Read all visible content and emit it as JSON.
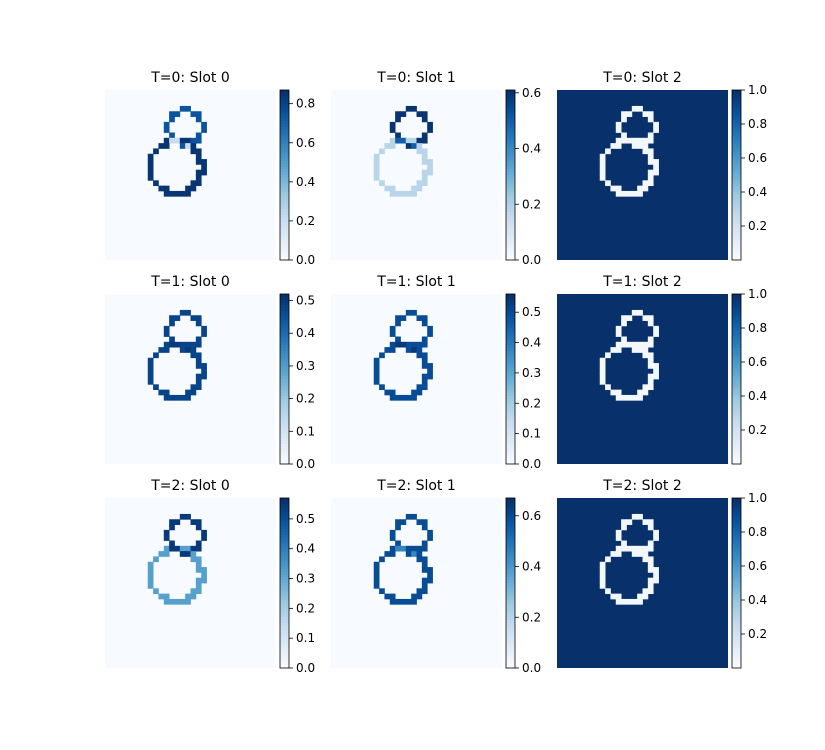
{
  "figure": {
    "background": "#ffffff"
  },
  "colormap": {
    "name": "Blues",
    "stops": [
      "#f7fbff",
      "#deebf7",
      "#c6dbef",
      "#9ecae1",
      "#6baed6",
      "#4292c6",
      "#2171b5",
      "#08519c",
      "#08306b"
    ]
  },
  "chart_data": [
    {
      "type": "heatmap",
      "title": "T=0: Slot 0",
      "row": 0,
      "col": 0,
      "grid": false,
      "shape": "outline",
      "mode": "attention",
      "colorbar": {
        "vmin": 0,
        "vmax": 0.87,
        "ticks": [
          "0.0",
          "0.2",
          "0.4",
          "0.6",
          "0.8"
        ],
        "tick_values": [
          0,
          0.2,
          0.4,
          0.6,
          0.8
        ]
      },
      "upper_ring_value": 0.75,
      "lower_ring_value": 0.85,
      "overlap_value": 0.2
    },
    {
      "type": "heatmap",
      "title": "T=0: Slot 1",
      "row": 0,
      "col": 1,
      "grid": false,
      "shape": "outline",
      "mode": "attention",
      "colorbar": {
        "vmin": 0,
        "vmax": 0.61,
        "ticks": [
          "0.0",
          "0.2",
          "0.4",
          "0.6"
        ],
        "tick_values": [
          0,
          0.2,
          0.4,
          0.6
        ]
      },
      "upper_ring_value": 0.6,
      "lower_ring_value": 0.18,
      "overlap_value": 0.5
    },
    {
      "type": "heatmap",
      "title": "T=0: Slot 2",
      "row": 0,
      "col": 2,
      "grid": false,
      "shape": "outline",
      "mode": "background",
      "colorbar": {
        "vmin": 0,
        "vmax": 1.0,
        "ticks": [
          "0.2",
          "0.4",
          "0.6",
          "0.8",
          "1.0"
        ],
        "tick_values": [
          0.2,
          0.4,
          0.6,
          0.8,
          1.0
        ]
      },
      "background_value": 1.0,
      "outline_value": 0.03
    },
    {
      "type": "heatmap",
      "title": "T=1: Slot 0",
      "row": 1,
      "col": 0,
      "grid": false,
      "shape": "outline",
      "mode": "attention",
      "colorbar": {
        "vmin": 0,
        "vmax": 0.52,
        "ticks": [
          "0.0",
          "0.1",
          "0.2",
          "0.3",
          "0.4",
          "0.5"
        ],
        "tick_values": [
          0,
          0.1,
          0.2,
          0.3,
          0.4,
          0.5
        ]
      },
      "upper_ring_value": 0.48,
      "lower_ring_value": 0.48,
      "overlap_value": 0.5
    },
    {
      "type": "heatmap",
      "title": "T=1: Slot 1",
      "row": 1,
      "col": 1,
      "grid": false,
      "shape": "outline",
      "mode": "attention",
      "colorbar": {
        "vmin": 0,
        "vmax": 0.56,
        "ticks": [
          "0.0",
          "0.1",
          "0.2",
          "0.3",
          "0.4",
          "0.5"
        ],
        "tick_values": [
          0,
          0.1,
          0.2,
          0.3,
          0.4,
          0.5
        ]
      },
      "upper_ring_value": 0.5,
      "lower_ring_value": 0.5,
      "overlap_value": 0.54
    },
    {
      "type": "heatmap",
      "title": "T=1: Slot 2",
      "row": 1,
      "col": 2,
      "grid": false,
      "shape": "outline",
      "mode": "background",
      "colorbar": {
        "vmin": 0,
        "vmax": 1.0,
        "ticks": [
          "0.2",
          "0.4",
          "0.6",
          "0.8",
          "1.0"
        ],
        "tick_values": [
          0.2,
          0.4,
          0.6,
          0.8,
          1.0
        ]
      },
      "background_value": 1.0,
      "outline_value": 0.02
    },
    {
      "type": "heatmap",
      "title": "T=2: Slot 0",
      "row": 2,
      "col": 0,
      "grid": false,
      "shape": "outline",
      "mode": "attention",
      "colorbar": {
        "vmin": 0,
        "vmax": 0.57,
        "ticks": [
          "0.0",
          "0.1",
          "0.2",
          "0.3",
          "0.4",
          "0.5"
        ],
        "tick_values": [
          0,
          0.1,
          0.2,
          0.3,
          0.4,
          0.5
        ]
      },
      "upper_ring_value": 0.55,
      "lower_ring_value": 0.32,
      "overlap_value": 0.55
    },
    {
      "type": "heatmap",
      "title": "T=2: Slot 1",
      "row": 2,
      "col": 1,
      "grid": false,
      "shape": "outline",
      "mode": "attention",
      "colorbar": {
        "vmin": 0,
        "vmax": 0.67,
        "ticks": [
          "0.0",
          "0.2",
          "0.4",
          "0.6"
        ],
        "tick_values": [
          0,
          0.2,
          0.4,
          0.6
        ]
      },
      "upper_ring_value": 0.6,
      "lower_ring_value": 0.6,
      "overlap_value": 0.45
    },
    {
      "type": "heatmap",
      "title": "T=2: Slot 2",
      "row": 2,
      "col": 2,
      "grid": false,
      "shape": "outline",
      "mode": "background",
      "colorbar": {
        "vmin": 0,
        "vmax": 1.0,
        "ticks": [
          "0.2",
          "0.4",
          "0.6",
          "0.8",
          "1.0"
        ],
        "tick_values": [
          0.2,
          0.4,
          0.6,
          0.8,
          1.0
        ]
      },
      "background_value": 1.0,
      "outline_value": 0.03
    }
  ]
}
